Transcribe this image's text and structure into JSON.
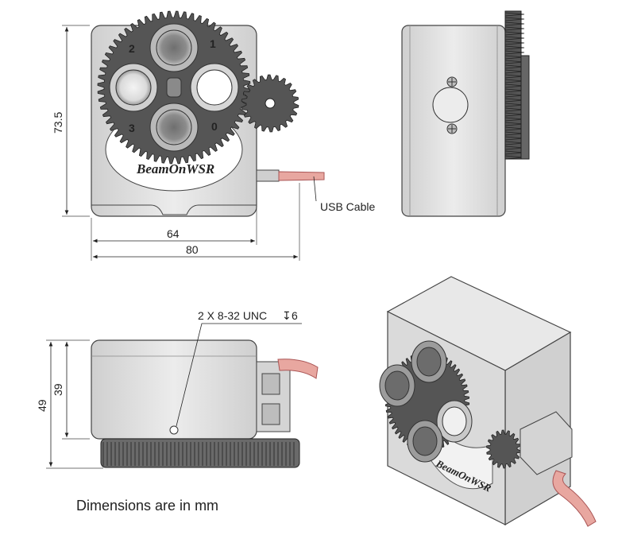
{
  "front_view": {
    "height_label": "73.5",
    "width_label_inner": "64",
    "width_label_outer": "80",
    "brand_label": "BeamOnWSR",
    "filter_numbers": [
      "2",
      "1",
      "3",
      "0"
    ],
    "cable_label": "USB Cable"
  },
  "bottom_view": {
    "thread_callout": "2 X 8-32 UNC",
    "thread_depth": "6",
    "height_label_outer": "49",
    "height_label_inner": "39"
  },
  "iso_view": {
    "brand_label": "BeamOnWSR"
  },
  "note": "Dimensions are in mm",
  "colors": {
    "body": "#dcdcdc",
    "gear": "#555555",
    "cable": "#e8a7a0",
    "lens": "#9a9a9a"
  }
}
